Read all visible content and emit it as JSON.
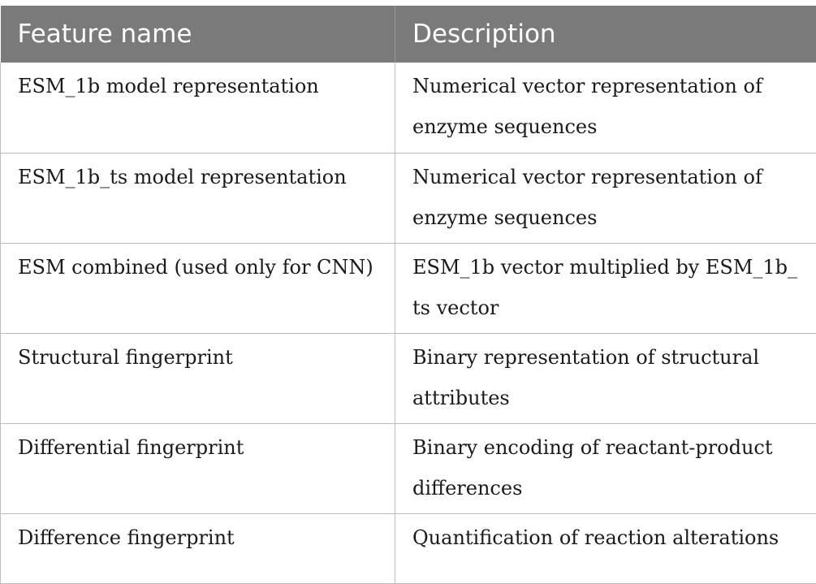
{
  "table": {
    "headers": [
      "Feature name",
      "Description"
    ],
    "rows": [
      [
        "ESM_1b model representation",
        "Numerical vector representation of enzyme sequences"
      ],
      [
        "ESM_1b_ts model representation",
        "Numerical vector representation of enzyme sequences"
      ],
      [
        "ESM combined (used only for CNN)",
        "ESM_1b vector multiplied by ESM_1b_ ts vector"
      ],
      [
        "Structural fingerprint",
        "Binary representation of structural attributes"
      ],
      [
        "Differential fingerprint",
        "Binary encoding of reactant-product differences"
      ],
      [
        "Difference fingerprint",
        "Quantification of reaction alterations"
      ]
    ]
  }
}
